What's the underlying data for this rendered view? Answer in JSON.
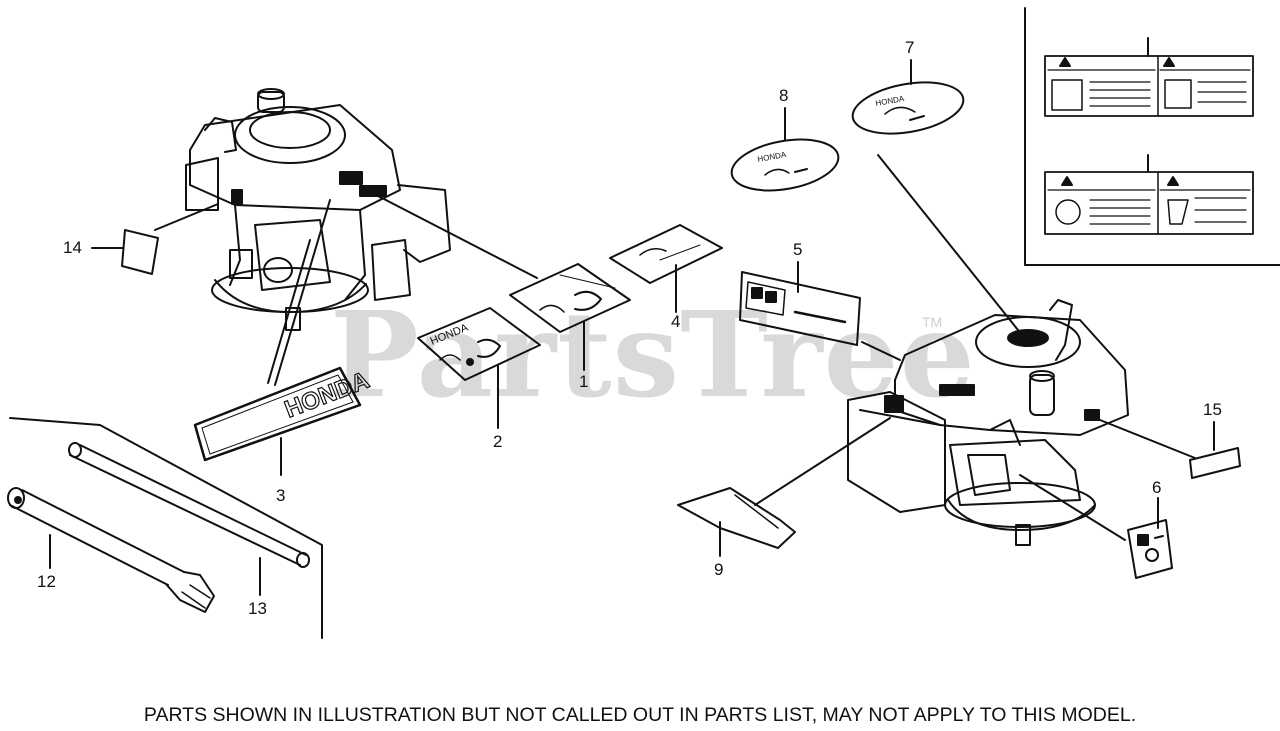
{
  "watermark": {
    "brand": "PartsTree",
    "trademark": "TM"
  },
  "callouts": [
    {
      "id": "1",
      "label": "1"
    },
    {
      "id": "2",
      "label": "2"
    },
    {
      "id": "3",
      "label": "3"
    },
    {
      "id": "4",
      "label": "4"
    },
    {
      "id": "5",
      "label": "5"
    },
    {
      "id": "6",
      "label": "6"
    },
    {
      "id": "7",
      "label": "7"
    },
    {
      "id": "8",
      "label": "8"
    },
    {
      "id": "9",
      "label": "9"
    },
    {
      "id": "12",
      "label": "12"
    },
    {
      "id": "13",
      "label": "13"
    },
    {
      "id": "14",
      "label": "14"
    },
    {
      "id": "15",
      "label": "15"
    }
  ],
  "decals": {
    "honda_strip": "HONDA",
    "decal_2_brand": "HONDA",
    "decal_8_brand": "HONDA",
    "decal_7_brand": "HONDA"
  },
  "footer": {
    "note": "PARTS SHOWN IN ILLUSTRATION BUT NOT CALLED OUT IN PARTS LIST, MAY NOT APPLY TO THIS MODEL."
  },
  "colors": {
    "line": "#111111",
    "watermark": "#d9d9d9",
    "background": "#ffffff"
  }
}
